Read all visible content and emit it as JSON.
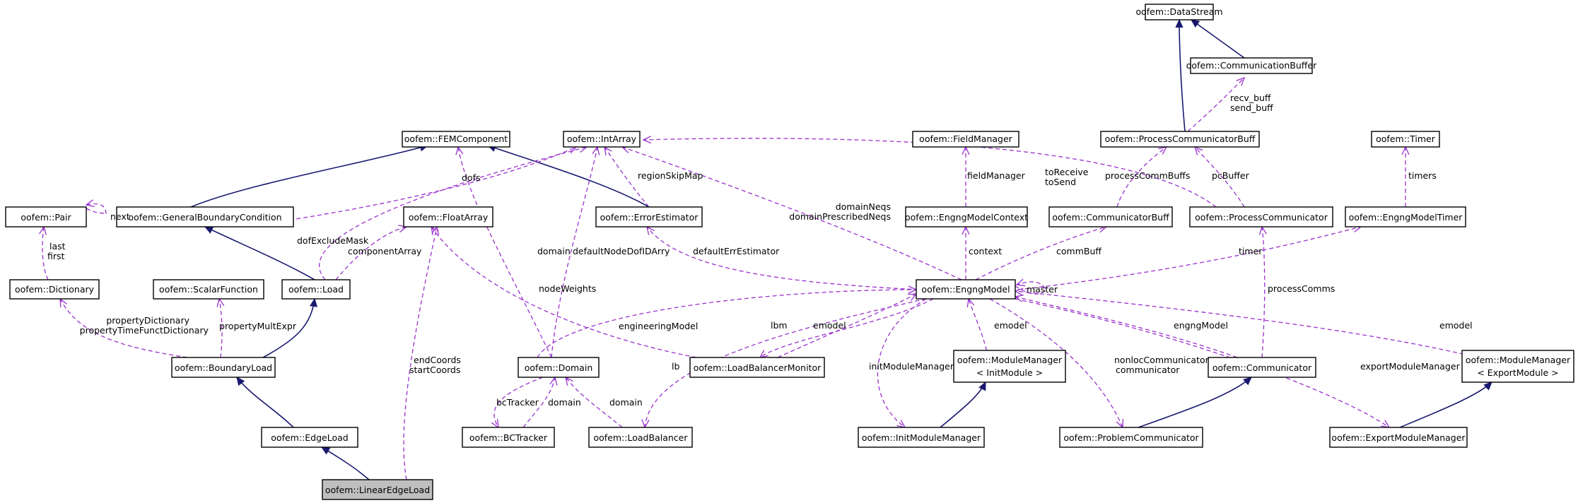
{
  "nodes": {
    "datastream": "oofem::DataStream",
    "commbuffer": "oofem::CommunicationBuffer",
    "femcomponent": "oofem::FEMComponent",
    "intarray": "oofem::IntArray",
    "fieldmanager": "oofem::FieldManager",
    "proccommbuff": "oofem::ProcessCommunicatorBuff",
    "timer": "oofem::Timer",
    "pair": "oofem::Pair",
    "genboundcond": "oofem::GeneralBoundaryCondition",
    "floatarray": "oofem::FloatArray",
    "errestimator": "oofem::ErrorEstimator",
    "engngmodelcontext": "oofem::EngngModelContext",
    "communicatorbuff": "oofem::CommunicatorBuff",
    "processcommunicator": "oofem::ProcessCommunicator",
    "engngmodeltimer": "oofem::EngngModelTimer",
    "dictionary": "oofem::Dictionary",
    "scalarfunction": "oofem::ScalarFunction",
    "load": "oofem::Load",
    "engngmodel": "oofem::EngngModel",
    "boundaryload": "oofem::BoundaryLoad",
    "domain": "oofem::Domain",
    "lbmonitor": "oofem::LoadBalancerMonitor",
    "mminit_l1": "oofem::ModuleManager",
    "mminit_l2": "< InitModule >",
    "communicator": "oofem::Communicator",
    "mmexport_l1": "oofem::ModuleManager",
    "mmexport_l2": "< ExportModule >",
    "edgeload": "oofem::EdgeLoad",
    "bctracker": "oofem::BCTracker",
    "loadbalancer": "oofem::LoadBalancer",
    "initmodulemanager": "oofem::InitModuleManager",
    "problemcommunicator": "oofem::ProblemCommunicator",
    "exportmodulemanager": "oofem::ExportModuleManager",
    "linearedgeload": "oofem::LinearEdgeLoad"
  },
  "edge_labels": {
    "recv_buff": "recv_buff",
    "send_buff": "send_buff",
    "next": "next",
    "dofs": "dofs",
    "regionskipmap": "regionSkipMap",
    "fieldmanager": "fieldManager",
    "toreceive": "toReceive",
    "tosend": "toSend",
    "processcommbuffs": "processCommBuffs",
    "pcbuffer": "pcBuffer",
    "timers": "timers",
    "last": "last",
    "first": "first",
    "dofexcludemask": "dofExcludeMask",
    "domainneqs": "domainNeqs",
    "domainprescribedneqs": "domainPrescribedNeqs",
    "componentarray": "componentArray",
    "domain": "domain",
    "defaultnodedofidarry": "defaultNodeDofIDArry",
    "defaulterrestimator": "defaultErrEstimator",
    "context": "context",
    "commbuff": "commBuff",
    "timer": "timer",
    "nodeweights": "nodeWeights",
    "processcomms": "processComms",
    "master": "master",
    "propertydictionary": "propertyDictionary",
    "propertytimefunctdictionary": "propertyTimeFunctDictionary",
    "propertymultexpr": "propertyMultExpr",
    "engineeringmodel": "engineeringModel",
    "lbm": "lbm",
    "emodel_lbm": "emodel",
    "emodel_init": "emodel",
    "engngmodel_comm": "engngModel",
    "emodel_export": "emodel",
    "endcoords": "endCoords",
    "startcoords": "startCoords",
    "initmodulemanager": "initModuleManager",
    "nonloccommunicator": "nonlocCommunicator",
    "communicator": "communicator",
    "exportmodulemanager": "exportModuleManager",
    "lb": "lb",
    "bctracker": "bcTracker",
    "domain_bc": "domain",
    "domain_lb": "domain"
  },
  "colors": {
    "inheritance": "#191970",
    "usage": "#9a32cd",
    "focus_fill": "#bfbfbf"
  }
}
